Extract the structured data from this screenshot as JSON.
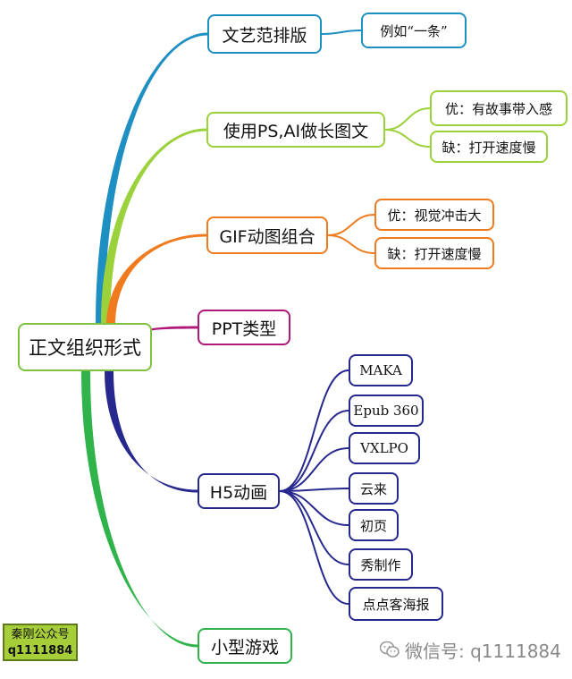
{
  "root": {
    "label": "正文组织形式"
  },
  "branches": [
    {
      "label": "文艺范排版",
      "color": "#1e8fc2",
      "children": [
        {
          "label": "例如“一条”"
        }
      ]
    },
    {
      "label": "使用PS,AI做长图文",
      "color": "#9bd13a",
      "children": [
        {
          "label": "优：有故事带入感"
        },
        {
          "label": "缺：打开速度慢"
        }
      ]
    },
    {
      "label": "GIF动图组合",
      "color": "#f07a1e",
      "children": [
        {
          "label": "优：视觉冲击大"
        },
        {
          "label": "缺：打开速度慢"
        }
      ]
    },
    {
      "label": "PPT类型",
      "color": "#b0187a",
      "children": []
    },
    {
      "label": "H5动画",
      "color": "#27288e",
      "children": [
        {
          "label": "MAKA"
        },
        {
          "label": "Epub 360"
        },
        {
          "label": "VXLPO"
        },
        {
          "label": "云来"
        },
        {
          "label": "初页"
        },
        {
          "label": "秀制作"
        },
        {
          "label": "点点客海报"
        }
      ]
    },
    {
      "label": "小型游戏",
      "color": "#2fb34a",
      "children": []
    }
  ],
  "stamp": {
    "line1": "秦刚公众号",
    "line2": "q1111884"
  },
  "watermark": {
    "text": "微信号: q1111884",
    "icon": "wechat-icon"
  }
}
